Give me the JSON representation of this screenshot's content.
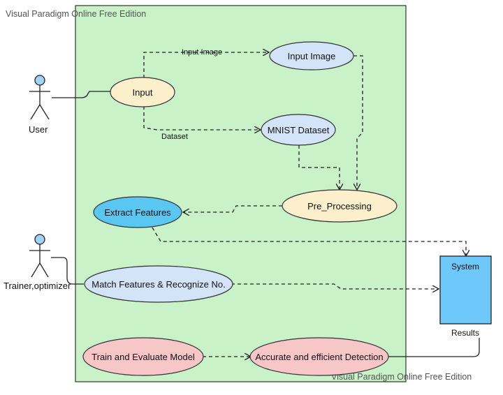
{
  "watermark": {
    "top": "Visual Paradigm Online Free Edition",
    "bottom": "Visual Paradigm Online Free Edition"
  },
  "actors": {
    "user": "User",
    "trainer": "Trainer,optimizer"
  },
  "use_cases": {
    "input": "Input",
    "input_image": "Input Image",
    "mnist_dataset": "MNIST Dataset",
    "pre_processing": "Pre_Processing",
    "extract_features": "Extract Features",
    "match_features": "Match Features & Recognize No.",
    "train_evaluate": "Train and Evaluate Model",
    "accurate_detection": "Accurate and efficient Detection"
  },
  "edges": {
    "input_image_label": "Input Image",
    "dataset_label": "Dataset"
  },
  "system": {
    "title": "System",
    "results": "Results"
  },
  "colors": {
    "boundary_fill": "#c9f2c9",
    "yellow": "#fcf0cc",
    "blue_light": "#d3e3f8",
    "blue_strong": "#5ac6f2",
    "pink": "#f7c7c7",
    "system_fill": "#6ec8fa",
    "actor_head": "#9fd3f7"
  }
}
